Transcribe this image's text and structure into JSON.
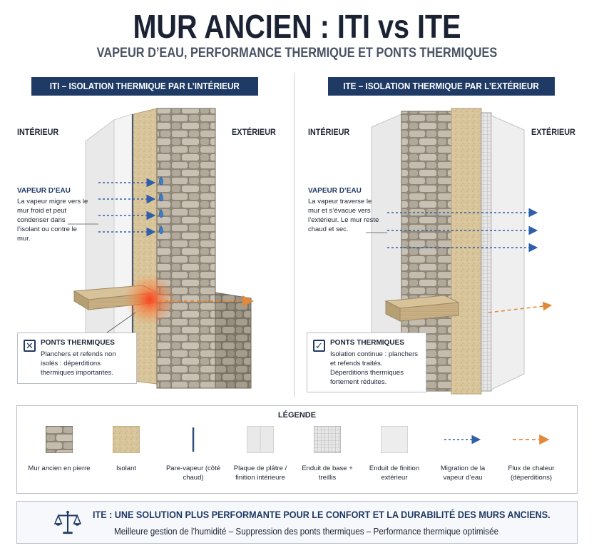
{
  "title": "MUR ANCIEN :  ITI vs ITE",
  "subtitle": "VAPEUR D’EAU, PERFORMANCE THERMIQUE ET PONTS THERMIQUES",
  "iti": {
    "header": "ITI – ISOLATION THERMIQUE PAR L’INTÉRIEUR",
    "interieur": "INTÉRIEUR",
    "exterieur": "EXTÉRIEUR",
    "vapeur_title": "VAPEUR D’EAU",
    "vapeur_text": "La vapeur migre vers le mur froid et peut condenser dans l’isolant ou contre le mur.",
    "ponts_title": "PONTS THERMIQUES",
    "ponts_text": "Planchers et refends non isolés : déperditions thermiques importantes."
  },
  "ite": {
    "header": "ITE – ISOLATION THERMIQUE PAR L’EXTÉRIEUR",
    "interieur": "INTÉRIEUR",
    "exterieur": "EXTÉRIEUR",
    "vapeur_title": "VAPEUR D’EAU",
    "vapeur_text": "La vapeur traverse le mur et s’évacue vers l’extérieur. Le mur reste chaud et sec.",
    "ponts_title": "PONTS THERMIQUES",
    "ponts_text": "Isolation continue : planchers et refends traités. Déperditions thermiques fortement réduites."
  },
  "legend": {
    "title": "LÉGENDE",
    "items": [
      {
        "label": "Mur ancien en pierre",
        "icon": "stone-wall-swatch"
      },
      {
        "label": "Isolant",
        "icon": "insulation-swatch"
      },
      {
        "label": "Pare-vapeur (côté chaud)",
        "icon": "vapor-barrier-swatch"
      },
      {
        "label": "Plaque de plâtre / finition intérieure",
        "icon": "plasterboard-swatch"
      },
      {
        "label": "Enduit de base + treillis",
        "icon": "mesh-render-swatch"
      },
      {
        "label": "Enduit de finition extérieur",
        "icon": "finish-render-swatch"
      },
      {
        "label": "Migration de la vapeur d’eau",
        "icon": "vapor-arrow"
      },
      {
        "label": "Flux de chaleur (déperditions)",
        "icon": "heat-arrow"
      }
    ]
  },
  "footer": {
    "headline": "ITE : UNE SOLUTION PLUS PERFORMANTE POUR LE CONFORT ET LA DURABILITÉ DES MURS ANCIENS.",
    "subline": "Meilleure gestion de l’humidité – Suppression des ponts thermiques – Performance thermique optimisée"
  },
  "colors": {
    "navy": "#1f3a64",
    "vapor": "#2f5fa8",
    "heat": "#e0893a",
    "insulation": "#d8c49a",
    "stone": "#b9b2a3",
    "plaster": "#ececec"
  }
}
